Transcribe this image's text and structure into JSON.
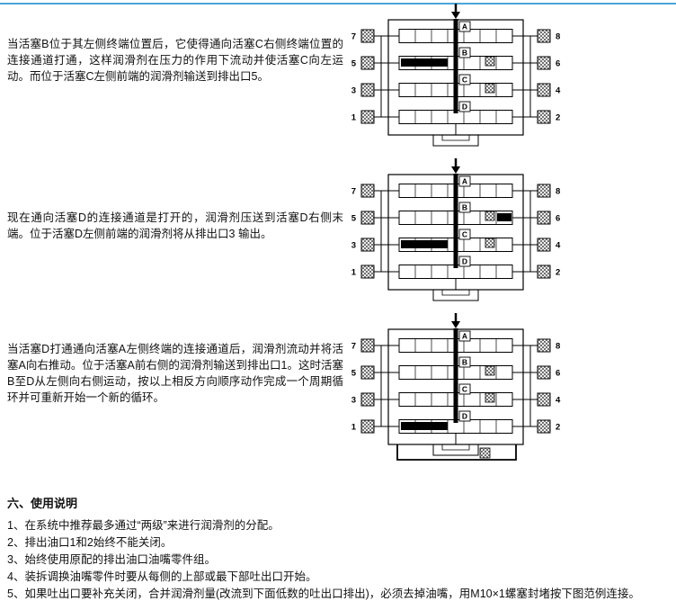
{
  "page": {
    "top_rule_color": "#4ba6d9"
  },
  "paragraphs": [
    "当活塞B位于其左侧终端位置后，它使得通向活塞C右侧终端位置的连接通道打通，这样润滑剂在压力的作用下流动并使活塞C向左运动。而位于活塞C左侧前端的润滑剂输送到排出口5。",
    "现在通向活塞D的连接通道是打开的，润滑剂压送到活塞D右侧末端。位于活塞D左侧前端的润滑剂将从排出口3 输出。",
    "当活塞D打通通向活塞A左侧终端的连接通道后，润滑剂流动并将活塞A向右推动。位于活塞A前右侧的润滑剂输送到排出口1。这时活塞B至D从左侧向右侧运动，按以上相反方向顺序动作完成一个周期循环并可重新开始一个新的循环。",
    ""
  ],
  "diagrams": [
    {
      "pistons": [
        "A",
        "B",
        "C",
        "D"
      ],
      "left_ports": [
        "7",
        "5",
        "3",
        "1"
      ],
      "right_ports": [
        "8",
        "6",
        "4",
        "2"
      ]
    },
    {
      "pistons": [
        "A",
        "B",
        "C",
        "D"
      ],
      "left_ports": [
        "7",
        "5",
        "3",
        "1"
      ],
      "right_ports": [
        "8",
        "6",
        "4",
        "2"
      ]
    },
    {
      "pistons": [
        "A",
        "B",
        "C",
        "D"
      ],
      "left_ports": [
        "7",
        "5",
        "3",
        "1"
      ],
      "right_ports": [
        "8",
        "6",
        "4",
        "2"
      ]
    }
  ],
  "instructions": {
    "heading": "六、使用说明",
    "items": [
      "1、在系统中推荐最多通过“两级”来进行润滑剂的分配。",
      "2、排出油口1和2始终不能关闭。",
      "3、始终使用原配的排出油口油嘴零件组。",
      "4、装拆调换油嘴零件时要从每侧的上部或最下部吐出口开始。",
      "5、如果吐出口要补充关闭，合并润滑剂量(改流到下面低数的吐出口排出)，必须去掉油嘴，用M10×1螺塞封堵按下图范例连接。"
    ]
  }
}
